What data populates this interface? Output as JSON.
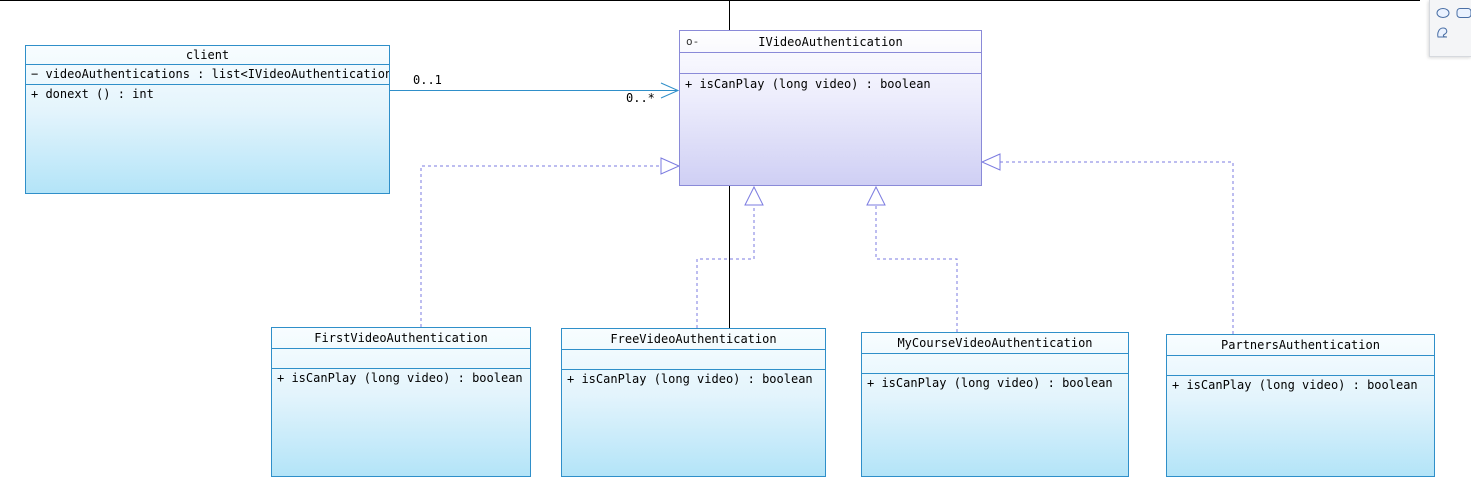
{
  "classes": {
    "client": {
      "name": "client",
      "attributes": [
        "−  videoAuthentications : list<IVideoAuthentication>"
      ],
      "operations": [
        "+  donext () : int"
      ]
    },
    "ivideo": {
      "stereotype_mark": "o-",
      "name": "IVideoAuthentication",
      "operations": [
        "+  isCanPlay (long video) : boolean"
      ]
    },
    "first": {
      "name": "FirstVideoAuthentication",
      "operations": [
        "+  isCanPlay (long video) : boolean"
      ]
    },
    "free": {
      "name": "FreeVideoAuthentication",
      "operations": [
        "+  isCanPlay (long video) : boolean"
      ]
    },
    "mycourse": {
      "name": "MyCourseVideoAuthentication",
      "operations": [
        "+  isCanPlay (long video) : boolean"
      ]
    },
    "partners": {
      "name": "PartnersAuthentication",
      "operations": [
        "+  isCanPlay (long video) : boolean"
      ]
    }
  },
  "association": {
    "source_multiplicity": "0..1",
    "target_multiplicity": "0..*"
  },
  "colors": {
    "class_border": "#2f8fc9",
    "interface_border": "#8a8ad8",
    "association_line": "#2f8fc9",
    "realization_line": "#7b7be0"
  },
  "palette": {
    "tools": [
      "ellipse-icon",
      "rounded-rect-icon",
      "note-icon"
    ]
  }
}
